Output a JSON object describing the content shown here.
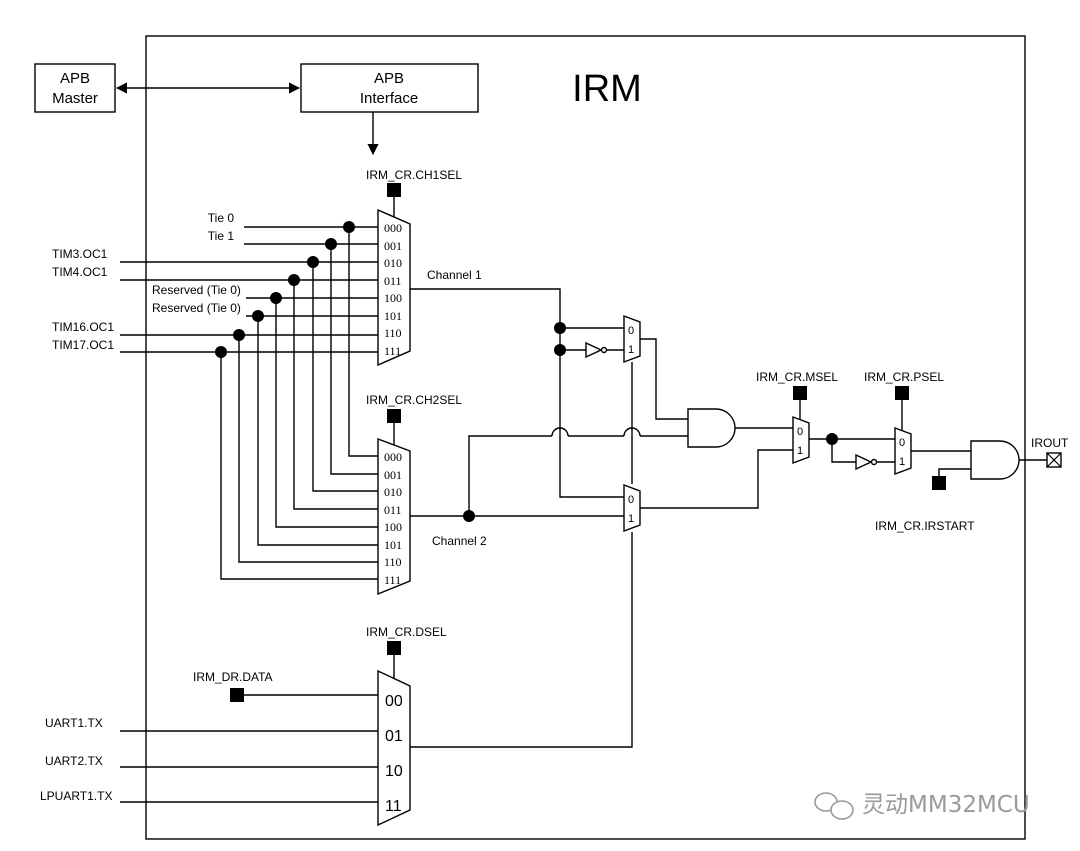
{
  "title": "IRM",
  "blocks": {
    "apb_master": [
      "APB",
      "Master"
    ],
    "apb_interface": [
      "APB",
      "Interface"
    ]
  },
  "control_registers": {
    "ch1sel": "IRM_CR.CH1SEL",
    "ch2sel": "IRM_CR.CH2SEL",
    "dsel": "IRM_CR.DSEL",
    "msel": "IRM_CR.MSEL",
    "psel": "IRM_CR.PSEL",
    "irstart": "IRM_CR.IRSTART",
    "data": "IRM_DR.DATA"
  },
  "channel_inputs": [
    "Tie 0",
    "Tie 1",
    "TIM3.OC1",
    "TIM4.OC1",
    "Reserved (Tie 0)",
    "Reserved (Tie 0)",
    "TIM16.OC1",
    "TIM17.OC1"
  ],
  "channel_mux_codes": [
    "000",
    "001",
    "010",
    "011",
    "100",
    "101",
    "110",
    "111"
  ],
  "channel_labels": {
    "ch1": "Channel 1",
    "ch2": "Channel 2"
  },
  "data_inputs": [
    "UART1.TX",
    "UART2.TX",
    "LPUART1.TX"
  ],
  "data_mux_codes": [
    "00",
    "01",
    "10",
    "11"
  ],
  "small_mux_codes": [
    "0",
    "1"
  ],
  "output": "IROUT",
  "watermark": "灵动MM32MCU"
}
